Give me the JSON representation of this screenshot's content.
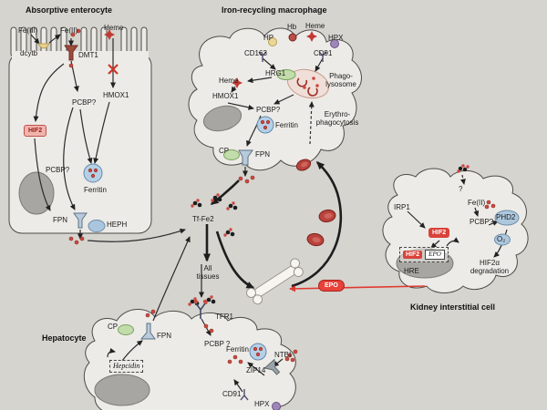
{
  "canvas": {
    "background": "#d5d4cf"
  },
  "enterocyte": {
    "title": "Absorptive enterocyte",
    "labels": {
      "fe3": "Fe(III)",
      "fe2": "Fe(II)",
      "dcytb": "dcytb",
      "dmt1": "DMT1",
      "heme": "Heme",
      "hmox1": "HMOX1",
      "pcbp_apical": "PCBP?",
      "hif2": "HIF2",
      "pcbp_basal": "PCBP?",
      "ferritin": "Ferritin",
      "fpn": "FPN",
      "heph": "HEPH"
    }
  },
  "macrophage": {
    "title": "Iron-recycling macrophage",
    "labels": {
      "hp": "HP",
      "hb": "Hb",
      "heme_ext": "Heme",
      "hpx": "HPX",
      "cd163": "CD163",
      "cd91": "CD91",
      "hrg1": "HRG1",
      "heme_int": "Heme",
      "hmox1": "HMOX1",
      "phagolysosome": "Phago-lysosome",
      "pcbp": "PCBP?",
      "ferritin": "Ferritin",
      "erythrophagocytosis": "Erythro-phagocytosis",
      "cp": "CP",
      "fpn": "FPN"
    }
  },
  "circulation": {
    "tf_fe2": "Tf-Fe2",
    "all_tissues": "All tissues",
    "epo": "EPO"
  },
  "kidney": {
    "title": "Kidney interstitial cell",
    "labels": {
      "irp1": "IRP1",
      "question": "?",
      "fe2": "Fe(II)",
      "pcbp": "PCBP?",
      "phd2": "PHD2",
      "o2": "O₂",
      "hif2": "HIF2",
      "hif2_hre": "HIF2",
      "epo_gene": "EPO",
      "hre": "HRE",
      "degradation": "HIF2α degradation"
    }
  },
  "hepatocyte": {
    "title": "Hepatocyte",
    "labels": {
      "cp": "CP",
      "fpn": "FPN",
      "tfr1": "TFR1",
      "pcbp": "PCBP ?",
      "ferritin": "Ferritin",
      "ntbi": "NTBI",
      "zip14": "ZIP14",
      "hepcidin": "Hepcidin",
      "cd91": "CD91",
      "hpx": "HPX"
    }
  }
}
